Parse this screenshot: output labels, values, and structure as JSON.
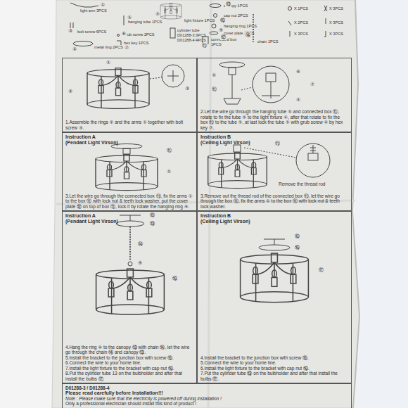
{
  "diagram": {
    "nodes": [
      {
        "text": [
          "1.Assemble the rings ② and the arms ① together with bolt screw ③."
        ]
      },
      {
        "text": [
          "2.Let the wire go through the hanging tube ⑤ and connected box ⑪, rotate to fix the tube ⑤ to the light fixture ④, after that rotate to fix the box ⑪ to the tube ⑤, at last lock the tube ⑤ with grub screw ⑥ by hex key ⑦."
        ]
      },
      {
        "text": [
          "Instruction A",
          "(Pendant Light Virson)",
          "3.Let the wire go through the connected box ⑪, fix the arms ① to the box ⑪ with lock nut & teeth lock washer, put the cover plate ⑫ on top of box ⑪, lock it by rotate the hanging ring ⑨."
        ]
      },
      {
        "text": [
          "Instruction B",
          "(Ceiling Light Virson)",
          "3.Remove out the thread rod of the connected box ⑪, let the wire go through the box ⑪, fix the arms ① to the box ⑪ with lock nut & teeth lock washer."
        ]
      },
      {
        "text": [
          "Instruction A",
          "(Pendant Light Virson)",
          "4.Hang the ring ⑨ to the canopy ⑬ with chain ⑭, let the wire go through the chain ⑭ and canopy ⑬.",
          "5.Install the bracket to the junction box with screw ⑮.",
          "6.Connect the wire to your home line.",
          "7.Install the light fixture to the bracket with cap nut ⑯.",
          "8.Put the cylinder tube 13 on the bulbholder and after that install the bulbs ⑰."
        ]
      },
      {
        "text": [
          "Instruction B",
          "(Ceiling Light Virson)",
          "4.Install the bracket to the junction box with screw ⑮.",
          "5.Connect the wire to your home line.",
          "6.Install the light fixture to the bracket with cap nut ⑯.",
          "7.Put the cylinder tube ⑬ on the bulbholder and after that install the bulbs ⑰."
        ]
      },
      {
        "text": [
          "D01288-3 / D01288-4",
          "Please read carefully before Installation!!!",
          "Note : Please make sure that the electricity is powered off during installation !",
          "Only a professional electrician should install this kind of product !"
        ]
      }
    ],
    "labels": [
      "light arm 3PCS",
      "bolt screw 6PCS",
      "metal ring 2PCS",
      "hanging tube 1PCS",
      "grub screw 2PCS",
      "light fixture 1PCS",
      "hex key 1PCS",
      "cylinder tube",
      "D01288-3:3PCS",
      "D01288-4:4PCS",
      "canopy 1PCS",
      "cap nut 2PCS",
      "hanging ring 1PCS",
      "cover plate 1PCS",
      "connected box",
      "1PCS",
      "chain 1PCS",
      "X 1PCS",
      "X 3PCS",
      "X 2PCS",
      "X 3PCS",
      "X 3PCS",
      "X 3PCS",
      "①",
      "③",
      "②",
      "⑤",
      "⑥",
      "⑦",
      "④",
      "⑬",
      "⑯",
      "⑨",
      "⑫",
      "⑪",
      "⑭",
      "②",
      "①",
      "③",
      "⑤",
      "⑪",
      "④",
      "⑥",
      "⑦",
      "⑪",
      "①",
      "⑪",
      "Remove the thread rod",
      "⑮",
      "⑬",
      "⑭",
      "⑨",
      "⑯",
      "⑮",
      "⑯",
      "⑰"
    ]
  }
}
